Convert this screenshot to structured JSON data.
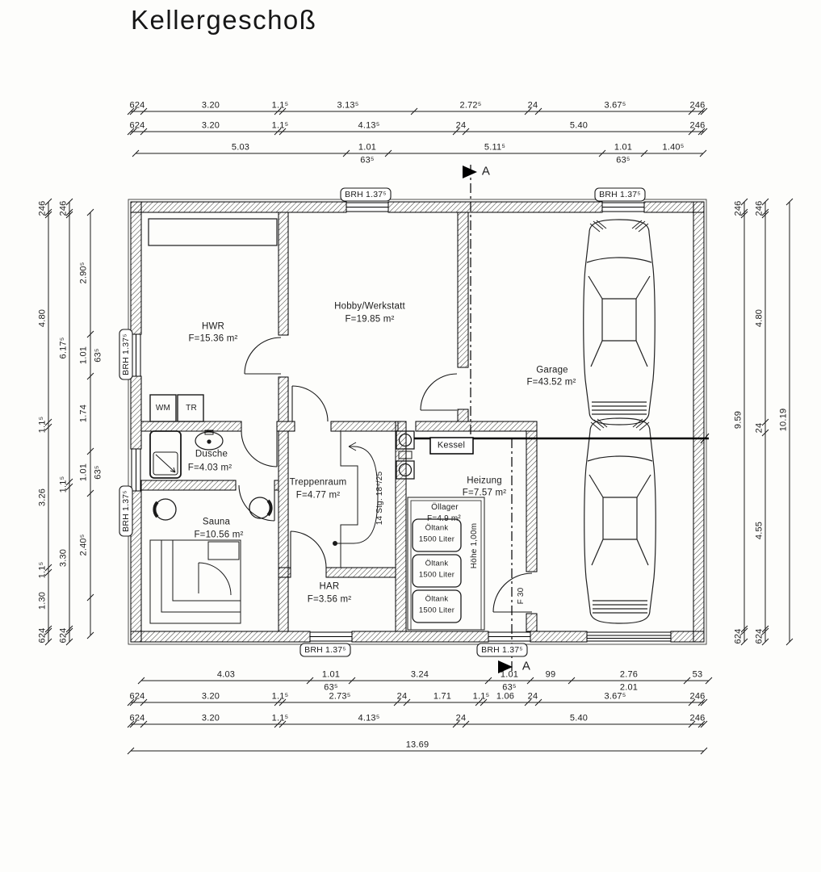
{
  "title": "Kellergeschoß",
  "section_marker": "A",
  "brh": "BRH 1.37⁵",
  "rooms": {
    "hwr": {
      "name": "HWR",
      "area": "F=15.36 m²"
    },
    "hobby": {
      "name": "Hobby/Werkstatt",
      "area": "F=19.85 m²"
    },
    "garage": {
      "name": "Garage",
      "area": "F=43.52 m²"
    },
    "dusche": {
      "name": "Dusche",
      "area": "F=4.03 m²"
    },
    "sauna": {
      "name": "Sauna",
      "area": "F=10.56 m²"
    },
    "treppenraum": {
      "name": "Treppenraum",
      "area": "F=4.77 m²"
    },
    "har": {
      "name": "HAR",
      "area": "F=3.56 m²"
    },
    "heizung": {
      "name": "Heizung",
      "area": "F=7.57 m²"
    },
    "oellager": {
      "name": "Öllager",
      "area": "F=4.9 m²"
    }
  },
  "equipment": {
    "wm": "WM",
    "tr": "TR",
    "kessel": "Kessel",
    "oeltank": "Öltank",
    "oeltank_capacity": "1500 Liter",
    "hoehe": "Höhe 1,00m",
    "stairs": "14 Stg. 18⁴/25",
    "f30": "F 30"
  },
  "dims": {
    "top1": [
      "624",
      "3.20",
      "1.1⁵",
      "3.13⁵",
      "2.72⁵",
      "24",
      "3.67⁵",
      "246"
    ],
    "top2": [
      "624",
      "3.20",
      "1.1⁵",
      "4.13⁵",
      "24",
      "5.40",
      "246"
    ],
    "top3": [
      "5.03",
      "1.01",
      "63⁵",
      "5.11⁵",
      "1.01",
      "63⁵",
      "1.40⁵"
    ],
    "left1": [
      "246",
      "4.80",
      "1.1⁵",
      "3.26",
      "1.1⁵",
      "1.30",
      "624"
    ],
    "left2": [
      "246",
      "6.17⁵",
      "1.1⁵",
      "3.30",
      "624"
    ],
    "left3": [
      "2.90⁵",
      "1.01",
      "63⁵",
      "1.74",
      "1.01",
      "63⁵",
      "2.40⁵"
    ],
    "right1": [
      "246",
      "9.59",
      "624"
    ],
    "right2": [
      "246",
      "4.80",
      "24",
      "4.55",
      "624"
    ],
    "right3": [
      "10.19"
    ],
    "bottom1": [
      "4.03",
      "1.01",
      "63⁵",
      "3.24",
      "1.01",
      "63⁵",
      "99",
      "2.76",
      "2.01",
      "53"
    ],
    "bottom2": [
      "624",
      "3.20",
      "1.1⁵",
      "2.73⁵",
      "24",
      "1.71",
      "1.1⁵",
      "1.06",
      "24",
      "3.67⁵",
      "246"
    ],
    "bottom3": [
      "624",
      "3.20",
      "1.1⁵",
      "4.13⁵",
      "24",
      "5.40",
      "246"
    ],
    "bottom4": [
      "13.69"
    ]
  }
}
